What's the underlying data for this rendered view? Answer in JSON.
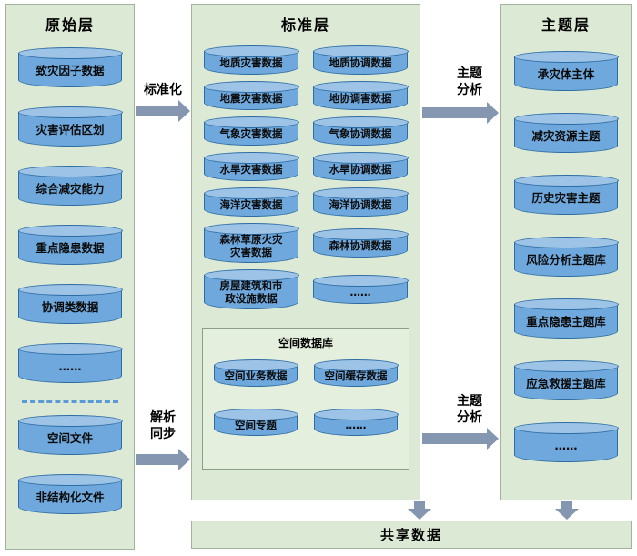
{
  "colors": {
    "panel_bg": "#dcead5",
    "panel_border": "#a3b39b",
    "cylinder_body": "#6fa8dc",
    "cylinder_top": "#9dc3e6",
    "cylinder_border": "#2e6da4",
    "arrow": "#8496b0"
  },
  "panels": {
    "original": {
      "title": "原始层",
      "items": [
        "致灾因子数据",
        "灾害评估区划",
        "综合减灾能力",
        "重点隐患数据",
        "协调类数据",
        "……",
        "空间文件",
        "非结构化文件"
      ]
    },
    "standard": {
      "title": "标准层",
      "disaster_items": [
        "地质灾害数据",
        "地震灾害数据",
        "气象灾害数据",
        "水旱灾害数据",
        "海洋灾害数据",
        "森林草原火灾\n灾害数据",
        "房屋建筑和市\n政设施数据"
      ],
      "coordination_items": [
        "地质协调数据",
        "地协调害数据",
        "气象协调数据",
        "水旱协调数据",
        "海洋协调数据",
        "森林协调数据",
        "……"
      ],
      "spatial_db": {
        "title": "空间数据库",
        "items": [
          "空间业务数据",
          "空间缓存数据",
          "空间专题",
          "……"
        ]
      }
    },
    "theme": {
      "title": "主题层",
      "items": [
        "承灾体主体",
        "减灾资源主题",
        "历史灾害主题",
        "风险分析主题库",
        "重点隐患主题库",
        "应急救援主题库",
        "……"
      ]
    }
  },
  "arrows": {
    "standardize": "标准化",
    "parse_sync": "解析\n同步",
    "theme_analysis_top": "主题\n分析",
    "theme_analysis_bottom": "主题\n分析"
  },
  "shared_bar": {
    "label": "共享数据"
  }
}
